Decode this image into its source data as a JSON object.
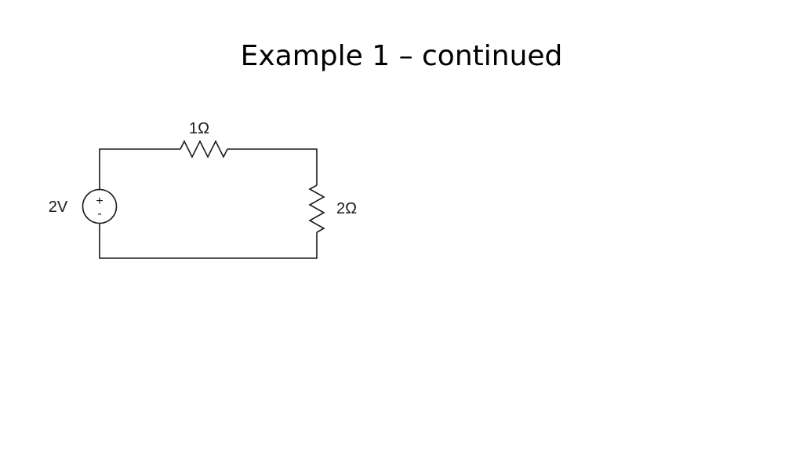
{
  "slide": {
    "title": "Example 1 – continued"
  },
  "circuit": {
    "source": {
      "label": "2V",
      "plus_sign": "+",
      "minus_sign": "-"
    },
    "resistor_top": {
      "label": "1Ω"
    },
    "resistor_right": {
      "label": "2Ω"
    }
  }
}
